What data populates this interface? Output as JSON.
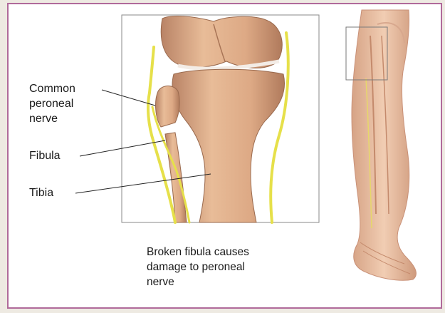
{
  "labels": {
    "nerve_line1": "Common",
    "nerve_line2": "peroneal",
    "nerve_line3": "nerve",
    "fibula": "Fibula",
    "tibia": "Tibia"
  },
  "caption": {
    "line1": "Broken fibula causes",
    "line2": "damage to peroneal",
    "line3": "nerve"
  },
  "colors": {
    "frame_border": "#b06a9a",
    "bone": "#dcaa84",
    "nerve": "#e6e04a"
  }
}
